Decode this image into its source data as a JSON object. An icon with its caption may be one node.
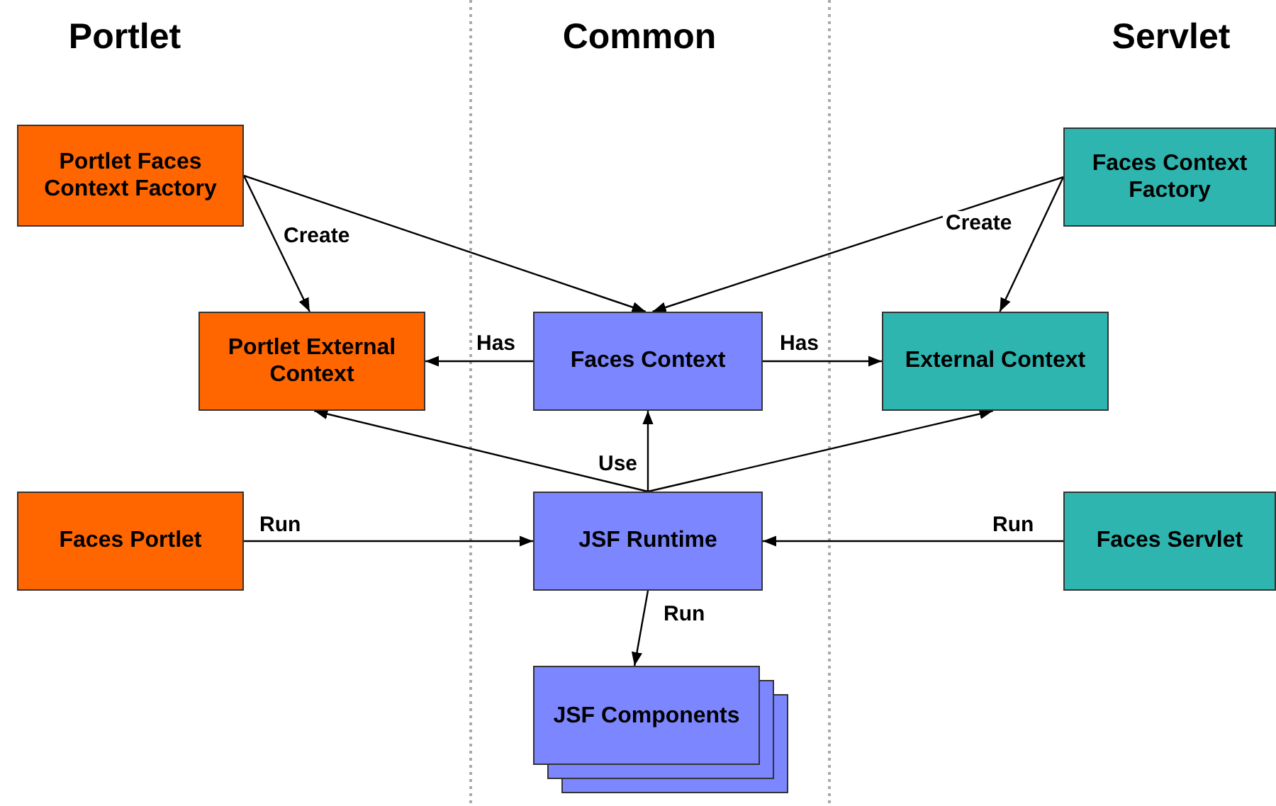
{
  "diagram": {
    "nodes": [
      {
        "text": [
          "Portlet Faces Context Factory"
        ]
      },
      {
        "text": [
          "Faces Context Factory"
        ]
      },
      {
        "text": [
          "Portlet External Context"
        ]
      },
      {
        "text": [
          "Faces Context"
        ]
      },
      {
        "text": [
          "External Context"
        ]
      },
      {
        "text": [
          "Faces Portlet"
        ]
      },
      {
        "text": [
          "JSF Runtime"
        ]
      },
      {
        "text": [
          "Faces Servlet"
        ]
      },
      {
        "text": [
          "JSF Components"
        ]
      }
    ],
    "edges": [
      {
        "from": 0,
        "to": 2,
        "arrow": "to",
        "label": "Create"
      },
      {
        "from": 0,
        "to": 3,
        "arrow": "to"
      },
      {
        "from": 1,
        "to": 3,
        "arrow": "to"
      },
      {
        "from": 1,
        "to": 4,
        "arrow": "to",
        "label": "Create"
      },
      {
        "from": 3,
        "to": 2,
        "arrow": "to",
        "label": "Has"
      },
      {
        "from": 3,
        "to": 4,
        "arrow": "to",
        "label": "Has"
      },
      {
        "from": 6,
        "to": 3,
        "arrow": "to",
        "label": "Use"
      },
      {
        "from": 6,
        "to": 2,
        "arrow": "to"
      },
      {
        "from": 6,
        "to": 4,
        "arrow": "to"
      },
      {
        "from": 5,
        "to": 6,
        "arrow": "to",
        "label": "Run"
      },
      {
        "from": 7,
        "to": 6,
        "arrow": "to",
        "label": "Run"
      },
      {
        "from": 6,
        "to": 8,
        "arrow": "to",
        "label": "Run"
      }
    ],
    "labels": [
      "Portlet",
      "Common",
      "Servlet"
    ]
  }
}
